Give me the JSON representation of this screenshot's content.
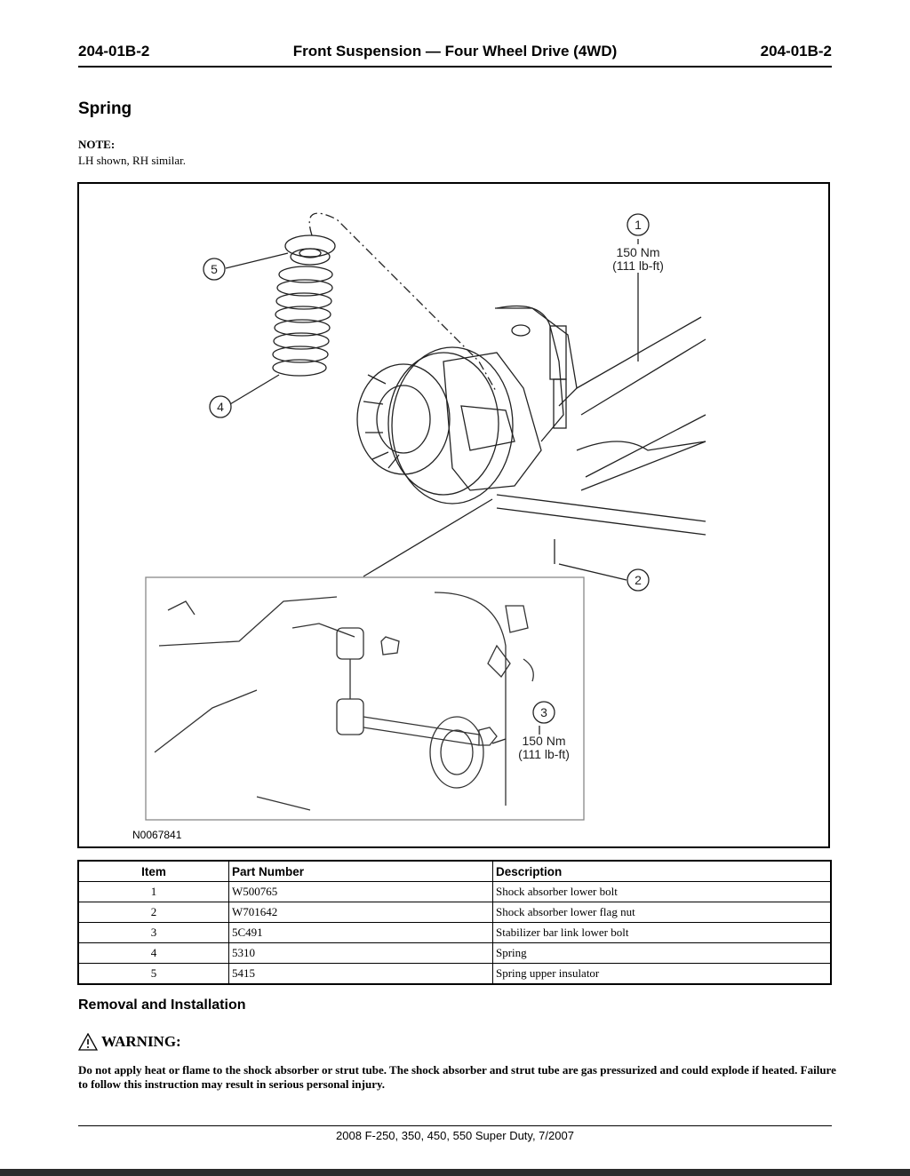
{
  "header": {
    "left_code": "204-01B-2",
    "title": "Front Suspension — Four Wheel Drive (4WD)",
    "right_code": "204-01B-2"
  },
  "section_title": "Spring",
  "note": {
    "label": "NOTE:",
    "text": "LH shown, RH similar."
  },
  "figure": {
    "id": "N0067841",
    "callouts": [
      {
        "num": "1",
        "torque": "150 Nm",
        "torque_imperial": "(111 lb-ft)"
      },
      {
        "num": "2"
      },
      {
        "num": "3",
        "torque": "150 Nm",
        "torque_imperial": "(111 lb-ft)"
      },
      {
        "num": "4"
      },
      {
        "num": "5"
      }
    ]
  },
  "parts_table": {
    "headers": [
      "Item",
      "Part Number",
      "Description"
    ],
    "rows": [
      {
        "item": "1",
        "part": "W500765",
        "desc": "Shock absorber lower bolt"
      },
      {
        "item": "2",
        "part": "W701642",
        "desc": "Shock absorber lower flag nut"
      },
      {
        "item": "3",
        "part": "5C491",
        "desc": "Stabilizer bar link lower bolt"
      },
      {
        "item": "4",
        "part": "5310",
        "desc": "Spring"
      },
      {
        "item": "5",
        "part": "5415",
        "desc": "Spring upper insulator"
      }
    ]
  },
  "removal_title": "Removal and Installation",
  "warning": {
    "label": "WARNING:",
    "icon": "warning-triangle-icon",
    "text": "Do not apply heat or flame to the shock absorber or strut tube. The shock absorber and strut tube are gas pressurized and could explode if heated. Failure to follow this instruction may result in serious personal injury."
  },
  "footer": "2008 F-250, 350, 450, 550 Super Duty, 7/2007"
}
